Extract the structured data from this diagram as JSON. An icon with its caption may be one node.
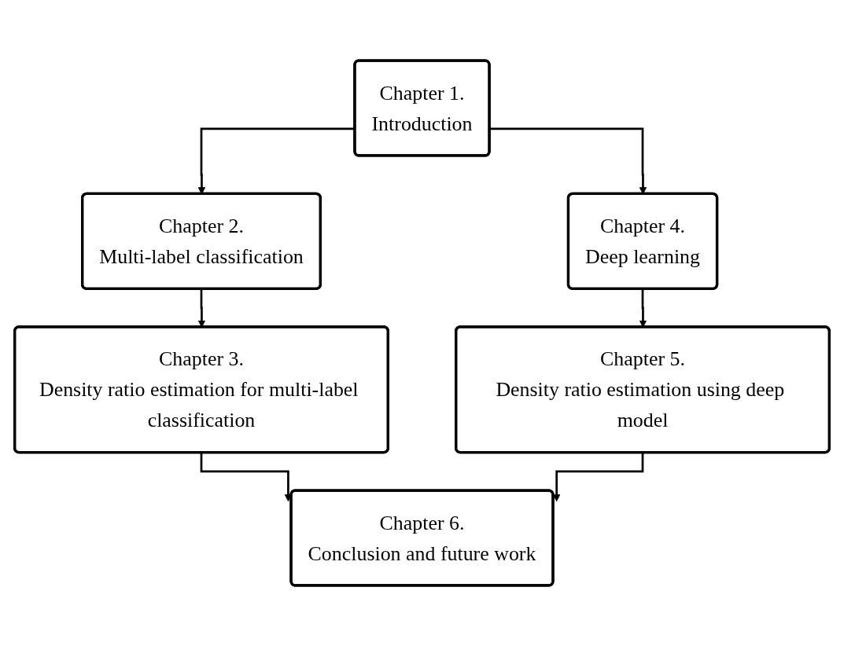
{
  "diagram": {
    "nodes": [
      {
        "text": [
          "Chapter 1.",
          "Introduction"
        ]
      },
      {
        "text": [
          "Chapter 2.",
          "Multi-label classification"
        ]
      },
      {
        "text": [
          "Chapter 4.",
          "Deep learning"
        ]
      },
      {
        "text": [
          "Chapter 3.",
          "Density ratio estimation for multi-label classification"
        ]
      },
      {
        "text": [
          "Chapter 5.",
          "Density ratio estimation using deep model"
        ]
      },
      {
        "text": [
          "Chapter 6.",
          "Conclusion and future work"
        ]
      }
    ],
    "edges": [
      {
        "from": 0,
        "to": 1,
        "arrow": "to"
      },
      {
        "from": 0,
        "to": 2,
        "arrow": "to"
      },
      {
        "from": 1,
        "to": 3,
        "arrow": "to"
      },
      {
        "from": 2,
        "to": 4,
        "arrow": "to"
      },
      {
        "from": 3,
        "to": 5,
        "arrow": "to"
      },
      {
        "from": 4,
        "to": 5,
        "arrow": "to"
      }
    ]
  }
}
